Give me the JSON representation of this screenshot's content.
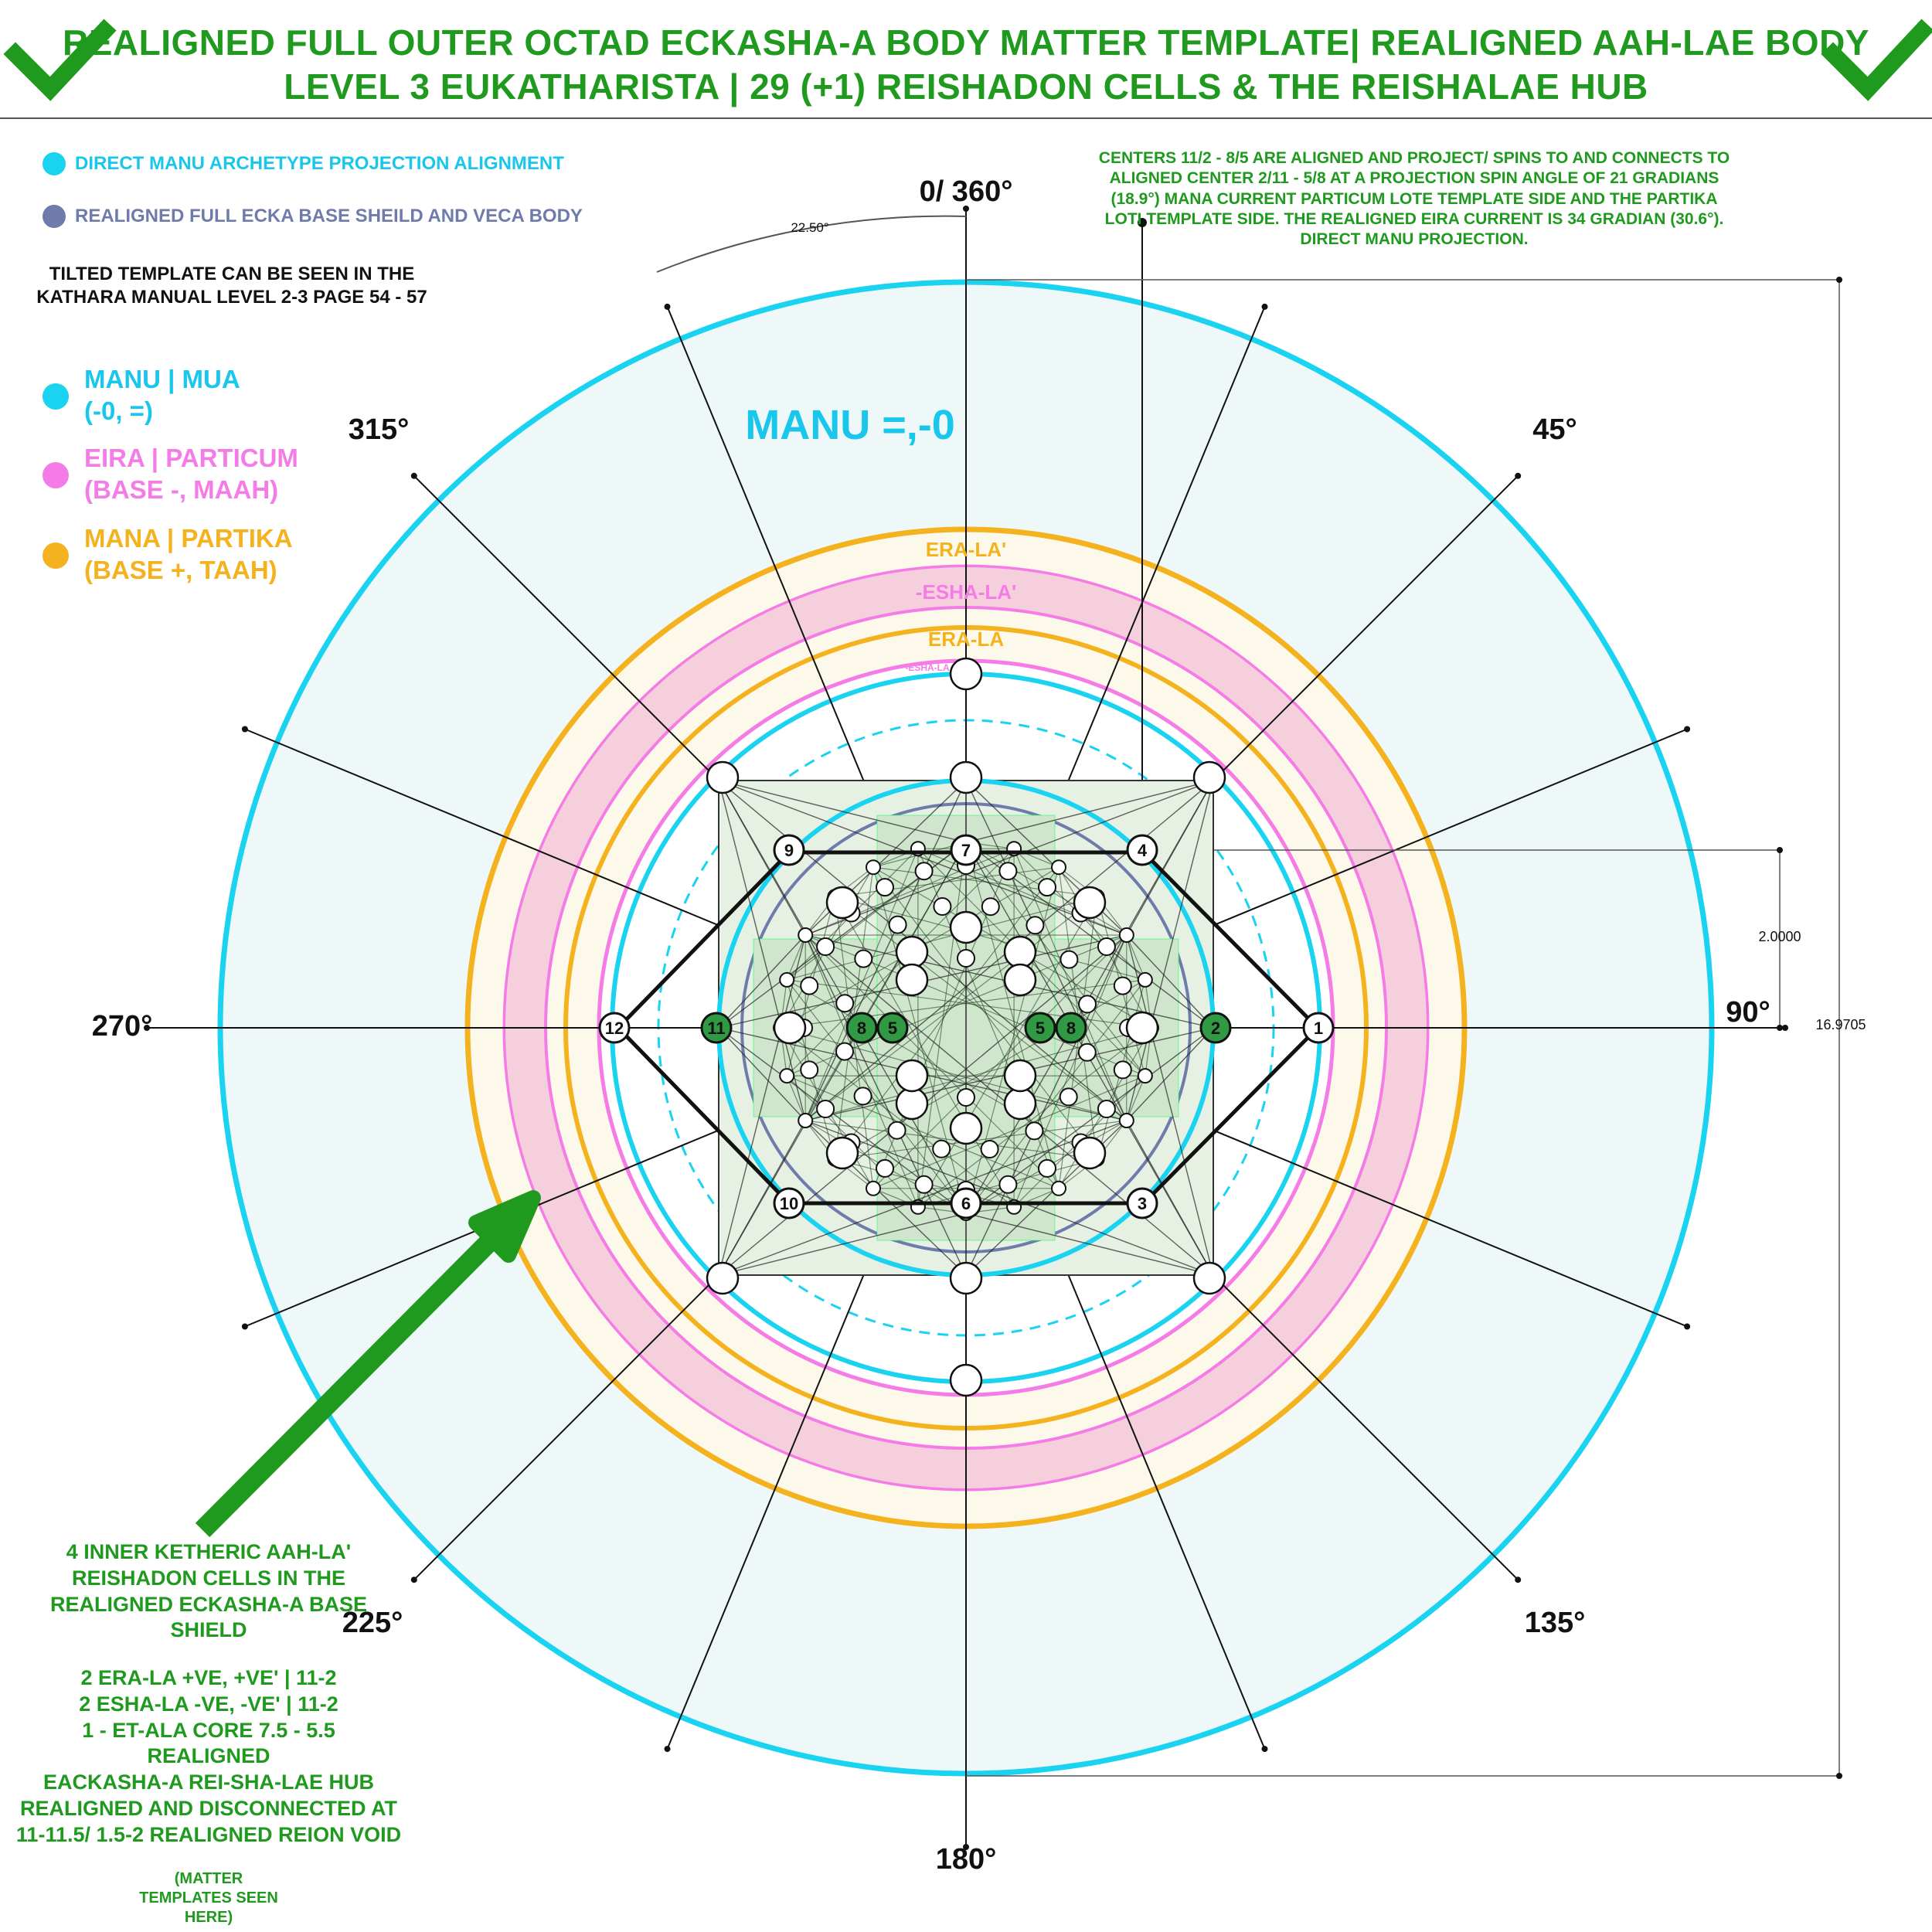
{
  "header": {
    "title_line1": "REALIGNED FULL OUTER OCTAD ECKASHA-A BODY MATTER TEMPLATE| REALIGNED AAH-LAE BODY",
    "title_line2": "LEVEL 3 EUKATHARISTA  | 29 (+1) REISHADON CELLS & THE REISHALAE HUB"
  },
  "legend": {
    "alignment_items": [
      {
        "label": "DIRECT MANU ARCHETYPE PROJECTION ALIGNMENT",
        "color": "#19d3f0"
      },
      {
        "label": "REALIGNED FULL ECKA BASE SHEILD AND VECA BODY",
        "color": "#6e7bab"
      }
    ],
    "tilted_note": "TILTED TEMPLATE CAN BE SEEN IN THE KATHARA MANUAL LEVEL 2-3 PAGE 54 - 57",
    "currents": [
      {
        "line1": "MANU | MUA",
        "line2": "(-0, =)",
        "color": "#19d3f0"
      },
      {
        "line1": "EIRA | PARTICUM",
        "line2": "(BASE -, MAAH)",
        "color": "#f57ce6"
      },
      {
        "line1": "MANA | PARTIKA",
        "line2": "(BASE +, TAAH)",
        "color": "#f4b21e"
      }
    ]
  },
  "top_note": "CENTERS 11/2 - 8/5 ARE ALIGNED AND PROJECT/ SPINS TO AND CONNECTS TO ALIGNED CENTER 2/11 - 5/8 AT A PROJECTION SPIN ANGLE OF 21 GRADIANS (18.9°) MANA CURRENT PARTICUM LOTE TEMPLATE SIDE AND THE PARTIKA LOTI TEMPLATE SIDE. THE REALIGNED EIRA CURRENT IS 34 GRADIAN (30.6°). DIRECT MANU PROJECTION.",
  "diagram": {
    "manu_label": "MANU =,-0",
    "angle_labels": {
      "a0": "0/ 360°",
      "a45": "45°",
      "a90": "90°",
      "a135": "135°",
      "a180": "180°",
      "a225": "225°",
      "a270": "270°",
      "a315": "315°"
    },
    "ring_labels": {
      "era_outer": "ERA-LA'",
      "esha_outer": "-ESHA-LA'",
      "era_inner": "ERA-LA",
      "esha_inner": "-ESHA-LA"
    },
    "arc_angle_label": "22.50°",
    "dimension_small": "2.0000",
    "dimension_large": "16.9705",
    "node_labels": {
      "n1": "1",
      "n2": "2",
      "n3": "3",
      "n4": "4",
      "n5a": "5",
      "n5b": "5",
      "n6": "6",
      "n7": "7",
      "n8a": "8",
      "n8b": "8",
      "n9": "9",
      "n10": "10",
      "n11": "11",
      "n12": "12"
    },
    "colors": {
      "manu": "#19d3f0",
      "eira": "#f57ce6",
      "eira_fill": "#f5d0dc",
      "mana": "#f4b21e",
      "mana_fill": "#fdf9ea",
      "veca": "#6e7bab",
      "outer_fill": "#eef8f8",
      "green": "#2f9a43",
      "green_fill": "#cfe6cc"
    }
  },
  "bottom_note": {
    "cells_heading": "4 INNER KETHERIC AAH-LA' REISHADON CELLS IN THE REALIGNED ECKASHA-A BASE SHIELD",
    "lines": [
      "2 ERA-LA +VE, +VE' | 11-2",
      "2 ESHA-LA -VE, -VE' | 11-2",
      "1 - ET-ALA CORE 7.5 - 5.5",
      "REALIGNED",
      "EACKASHA-A REI-SHA-LAE HUB",
      "REALIGNED AND DISCONNECTED AT",
      "11-11.5/ 1.5-2 REALIGNED REION VOID"
    ],
    "footer": "(MATTER TEMPLATES SEEN HERE)"
  }
}
